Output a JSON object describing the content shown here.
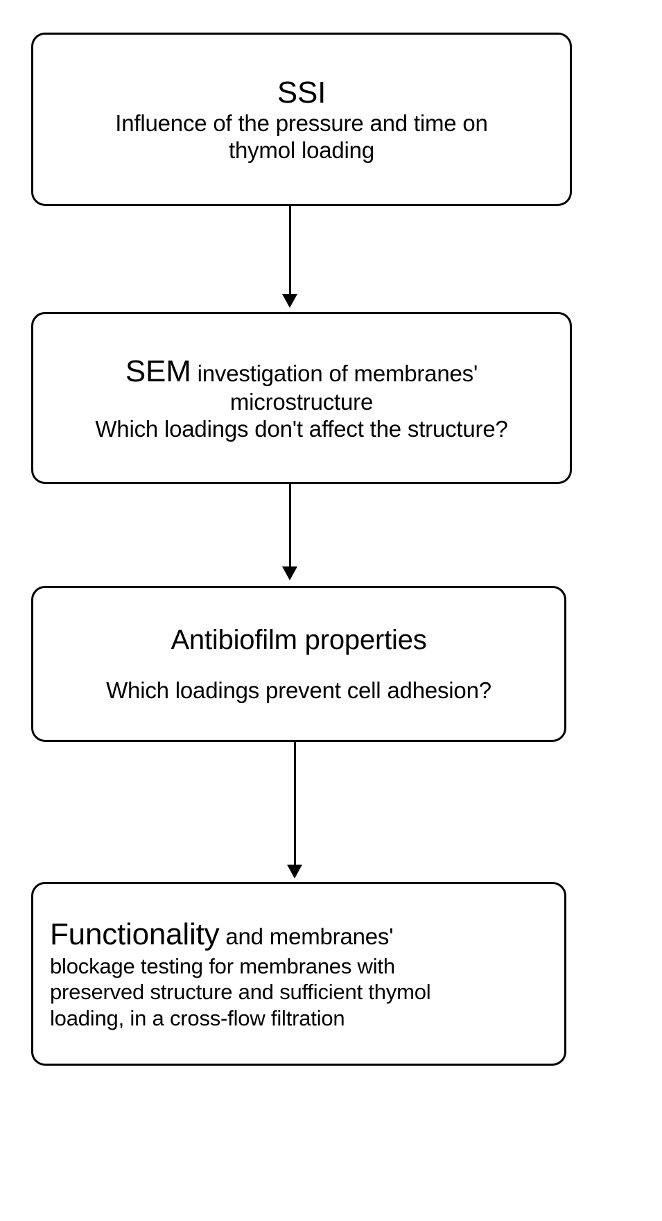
{
  "diagram": {
    "title": "Experimental workflow flowchart",
    "background_color": "#ffffff",
    "stroke_color": "#000000",
    "text_color": "#000000",
    "orientation": "top-to-bottom"
  },
  "nodes": [
    {
      "id": "ssi",
      "heading": "SSI",
      "lines": [
        "Influence of the pressure and time on",
        "thymol loading"
      ]
    },
    {
      "id": "sem",
      "heading": "SEM",
      "heading_rest": " investigation of membranes'",
      "lines": [
        "microstructure",
        "Which loadings don't affect the structure?"
      ]
    },
    {
      "id": "antibiofilm",
      "heading": "Antibiofilm properties",
      "lines": [
        "Which loadings prevent cell adhesion?"
      ]
    },
    {
      "id": "functionality",
      "heading": "Functionality",
      "heading_rest": " and membranes'",
      "lines": [
        "blockage testing for membranes with",
        "preserved structure and sufficient thymol",
        "loading, in a cross-flow filtration"
      ]
    }
  ],
  "connectors": [
    {
      "id": "ssi-to-sem",
      "from": "ssi",
      "to": "sem",
      "marker": "arrow-down-icon"
    },
    {
      "id": "sem-to-antibiofilm",
      "from": "sem",
      "to": "antibiofilm",
      "marker": "arrow-down-icon"
    },
    {
      "id": "antibiofilm-to-functionality",
      "from": "antibiofilm",
      "to": "functionality",
      "marker": "arrow-down-icon"
    }
  ]
}
